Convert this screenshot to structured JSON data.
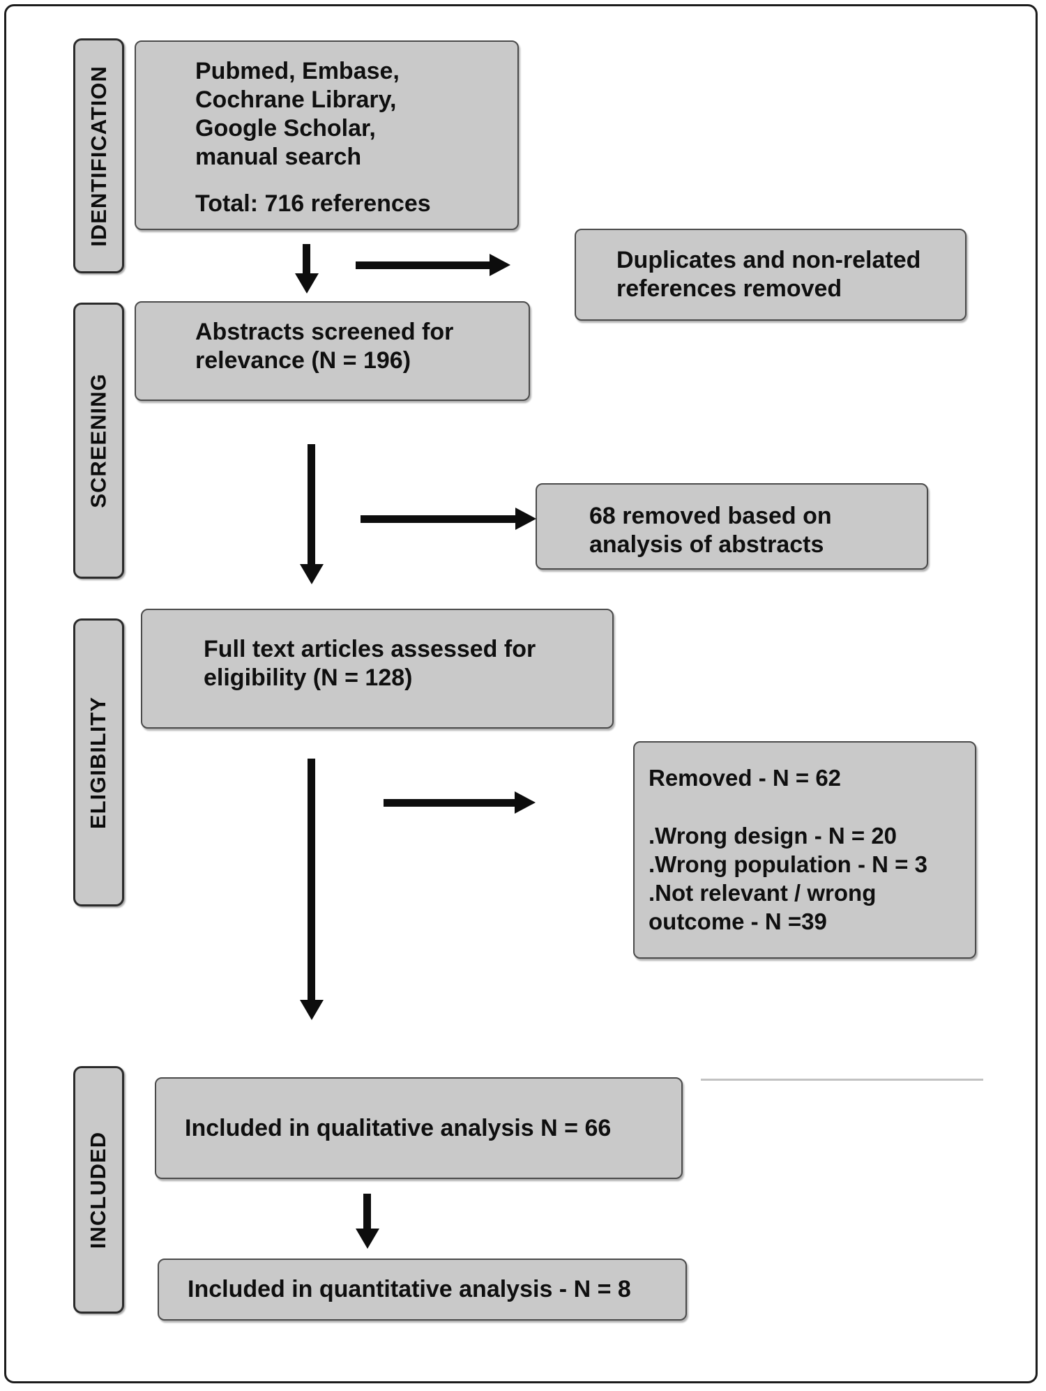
{
  "figure": {
    "type": "prisma-flow-diagram",
    "colors": {
      "box_fill": "#c9c9c9",
      "box_border": "#4a4a4a",
      "arrow": "#0d0d0d",
      "text": "#111111",
      "frame_border": "#1c1c1c",
      "background": "#ffffff"
    },
    "stages": {
      "identification": "IDENTIFICATION",
      "screening": "SCREENING",
      "eligibility": "ELIGIBILITY",
      "included": "INCLUDED"
    },
    "boxes": {
      "sources": {
        "lines": "Pubmed, Embase,\nCochrane Library,\nGoogle Scholar,\nmanual search",
        "total": "Total: 716 references"
      },
      "duplicates_removed": "Duplicates and non-related\nreferences removed",
      "abstracts_screened": "Abstracts screened for\nrelevance (N = 196)",
      "abstracts_removed": "68 removed based on\nanalysis of abstracts",
      "fulltext_assessed": "Full text articles assessed for\neligibility (N = 128)",
      "fulltext_removed": {
        "title": "Removed - N = 62",
        "reasons": ".Wrong design - N = 20\n.Wrong population - N = 3\n.Not relevant / wrong\noutcome - N =39"
      },
      "qualitative": "Included in qualitative analysis N = 66",
      "quantitative": "Included in quantitative analysis - N = 8"
    }
  }
}
